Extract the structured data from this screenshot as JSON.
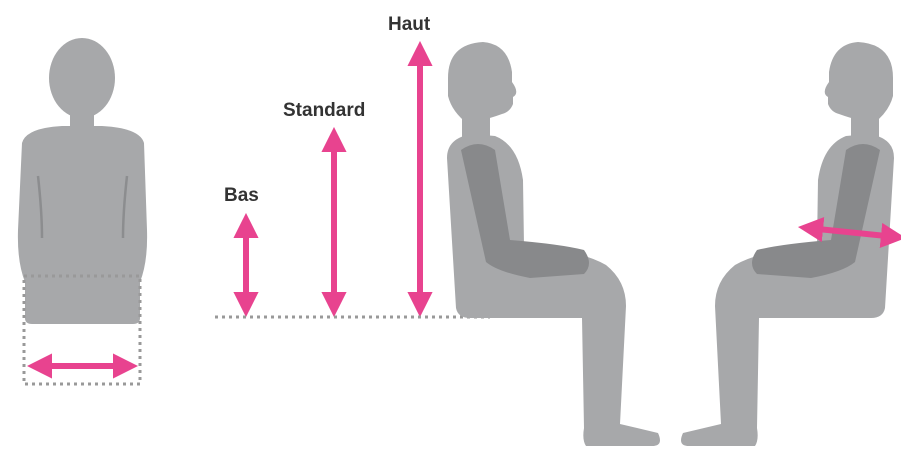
{
  "labels": {
    "haut": "Haut",
    "standard": "Standard",
    "bas": "Bas"
  },
  "colors": {
    "figure": "#a7a8aa",
    "figure_dark": "#88898b",
    "arrow": "#e8438f",
    "dotted_line": "#999999"
  }
}
